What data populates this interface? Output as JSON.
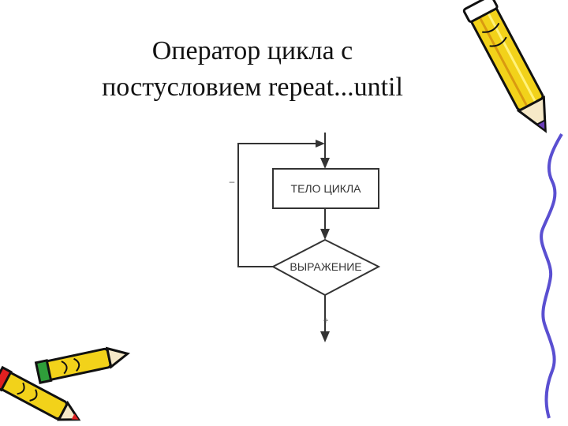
{
  "slide": {
    "title_line_1": "Оператор цикла с",
    "title_line_2": "постусловием repeat...until"
  },
  "diagram": {
    "body_label": "ТЕЛО ЦИКЛА",
    "condition_label": "ВЫРАЖЕНИЕ",
    "false_mark": "–",
    "true_mark": "+"
  },
  "colors": {
    "line": "#333333",
    "border_wave": "#5a4fd1",
    "pencil_yellow": "#f2d21a",
    "pencil_red": "#e02020",
    "pencil_purple": "#6a3db8",
    "pencil_green": "#2f9e3a"
  },
  "icons": [
    "pencil-icon",
    "crayons-icon",
    "wavy-border"
  ]
}
